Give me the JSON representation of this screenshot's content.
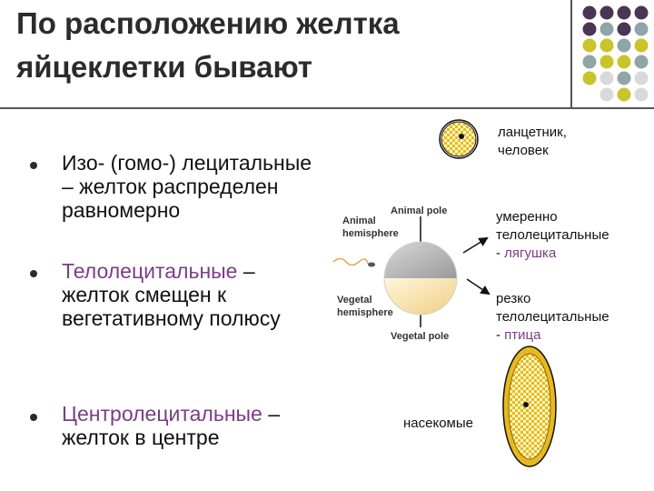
{
  "slide": {
    "title_line1": "По расположению желтка",
    "title_line2": "яйцеклетки бывают"
  },
  "bullets": [
    {
      "head": "Изо- (гомо-) лецитальные",
      "line2": "– желток распределен",
      "line3": "равномерно"
    },
    {
      "head": "Телолецитальные",
      "head_tail": " –",
      "line2": "желток смещен к",
      "line3": "вегетативному полюсу"
    },
    {
      "head": "Центролецитальные",
      "head_tail": " –",
      "line2": "желток в центре"
    }
  ],
  "examples": {
    "iso_line1": "ланцетник,",
    "iso_line2": "человек",
    "moderate_line1": "умеренно",
    "moderate_line2": "телолецитальные",
    "moderate_prefix": "- ",
    "moderate_animal": "лягушка",
    "sharp_line1": "резко",
    "sharp_line2": "телолецитальные",
    "sharp_prefix": "- ",
    "sharp_animal": "птица",
    "centro": "насекомые"
  },
  "diagram": {
    "animal_pole": "Animal pole",
    "animal_hemisphere_1": "Animal",
    "animal_hemisphere_2": "hemisphere",
    "vegetal_hemisphere_1": "Vegetal",
    "vegetal_hemisphere_2": "hemisphere",
    "vegetal_pole": "Vegetal pole"
  },
  "colors": {
    "purple": "#4a3555",
    "teal": "#8fa5a8",
    "yellow": "#c8c42a",
    "light_gray": "#d9d9dc",
    "accent_text": "#7b3d86",
    "yolk": "#e8b91e"
  }
}
